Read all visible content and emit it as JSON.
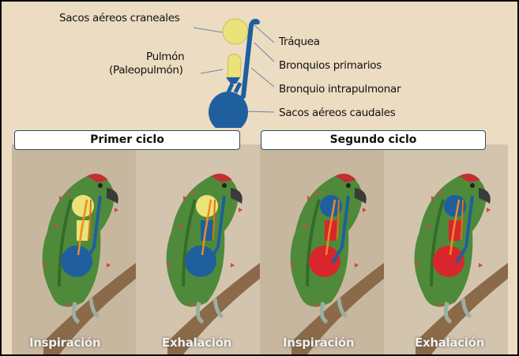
{
  "diagram": {
    "labels": {
      "cranial_sacs": "Sacos aéreos craneales",
      "lung": "Pulmón",
      "lung_sub": "(Paleopulmón)",
      "trachea": "Tráquea",
      "primary_bronchi": "Bronquios primarios",
      "intrapulmonary_bronchus": "Bronquio intrapulmonar",
      "caudal_sacs": "Sacos aéreos caudales"
    },
    "colors": {
      "yellow": "#ebe27a",
      "blue": "#1f5f9e",
      "red": "#d9262c"
    }
  },
  "cycles": [
    {
      "label": "Primer ciclo"
    },
    {
      "label": "Segundo  ciclo"
    }
  ],
  "panels": [
    {
      "caption": "Inspiración",
      "cranial": "#ebe27a",
      "lung": "#ebe27a",
      "caudal": "#1f5f9e"
    },
    {
      "caption": "Exhalación",
      "cranial": "#ebe27a",
      "lung": "#1f5f9e",
      "caudal": "#1f5f9e"
    },
    {
      "caption": "Inspiración",
      "cranial": "#1f5f9e",
      "lung": "#d9262c",
      "caudal": "#d9262c"
    },
    {
      "caption": "Exhalación",
      "cranial": "#1f5f9e",
      "lung": "#d9262c",
      "caudal": "#d9262c"
    }
  ]
}
